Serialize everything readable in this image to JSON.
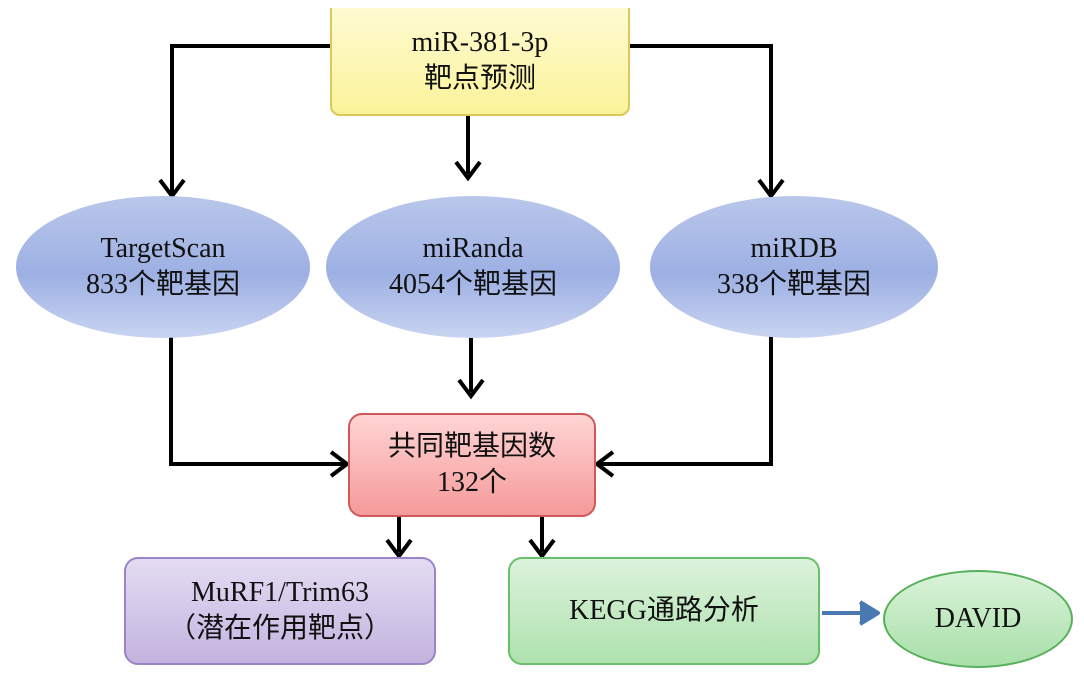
{
  "nodes": {
    "top": {
      "line1": "miR-381-3p",
      "line2": "靶点预测"
    },
    "targetscan": {
      "line1": "TargetScan",
      "line2": "833个靶基因"
    },
    "miranda": {
      "line1": "miRanda",
      "line2": "4054个靶基因"
    },
    "mirdb": {
      "line1": "miRDB",
      "line2": "338个靶基因"
    },
    "common": {
      "line1": "共同靶基因数",
      "line2": "132个"
    },
    "murf": {
      "line1": "MuRF1/Trim63",
      "line2": "（潜在作用靶点）"
    },
    "kegg": {
      "line1": "KEGG通路分析"
    },
    "david": {
      "line1": "DAVID"
    }
  },
  "colors": {
    "arrow": "#000000",
    "arrow_blue": "#4a78b0",
    "top_fill": "#fbf39a",
    "ellipse_fill": "#9db0e3",
    "common_fill": "#f59a9a",
    "murf_fill": "#c3b4e0",
    "kegg_fill": "#aee2ae",
    "david_fill": "#a9dfa9"
  }
}
